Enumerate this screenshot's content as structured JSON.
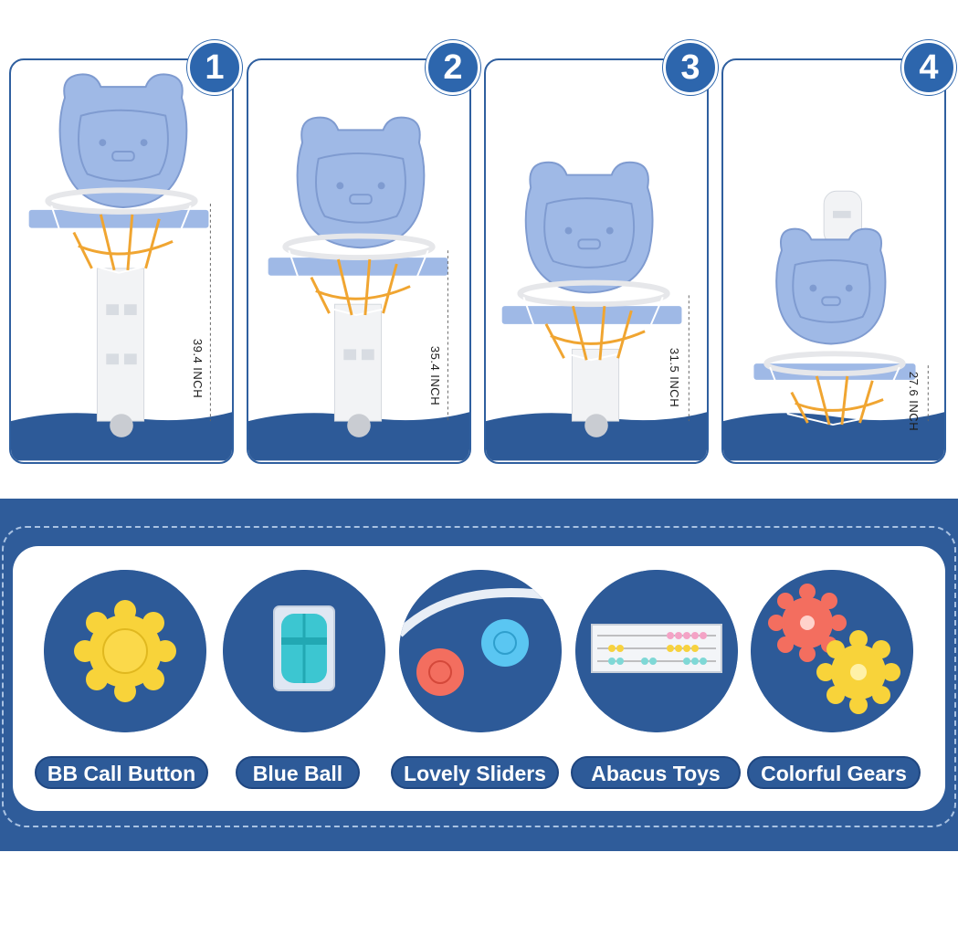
{
  "steps": [
    {
      "number": "1",
      "height": "39.4 INCH"
    },
    {
      "number": "2",
      "height": "35.4 INCH"
    },
    {
      "number": "3",
      "height": "31.5 INCH"
    },
    {
      "number": "4",
      "height": "27.6 INCH"
    }
  ],
  "features": [
    {
      "label": "BB Call Button",
      "icon": "yellow-gear-button"
    },
    {
      "label": "Blue Ball",
      "icon": "blue-ball-roller"
    },
    {
      "label": "Lovely Sliders",
      "icon": "slider-balls"
    },
    {
      "label": "Abacus Toys",
      "icon": "abacus"
    },
    {
      "label": "Colorful Gears",
      "icon": "gears"
    }
  ],
  "colors": {
    "navy": "#2d5a98",
    "badge": "#2d66ad",
    "backboard": "#9fb9e6",
    "net_orange": "#f0a531",
    "gear_yellow": "#f8d33a",
    "gear_red": "#f36e5f",
    "ball_teal": "#3cc6d1"
  }
}
